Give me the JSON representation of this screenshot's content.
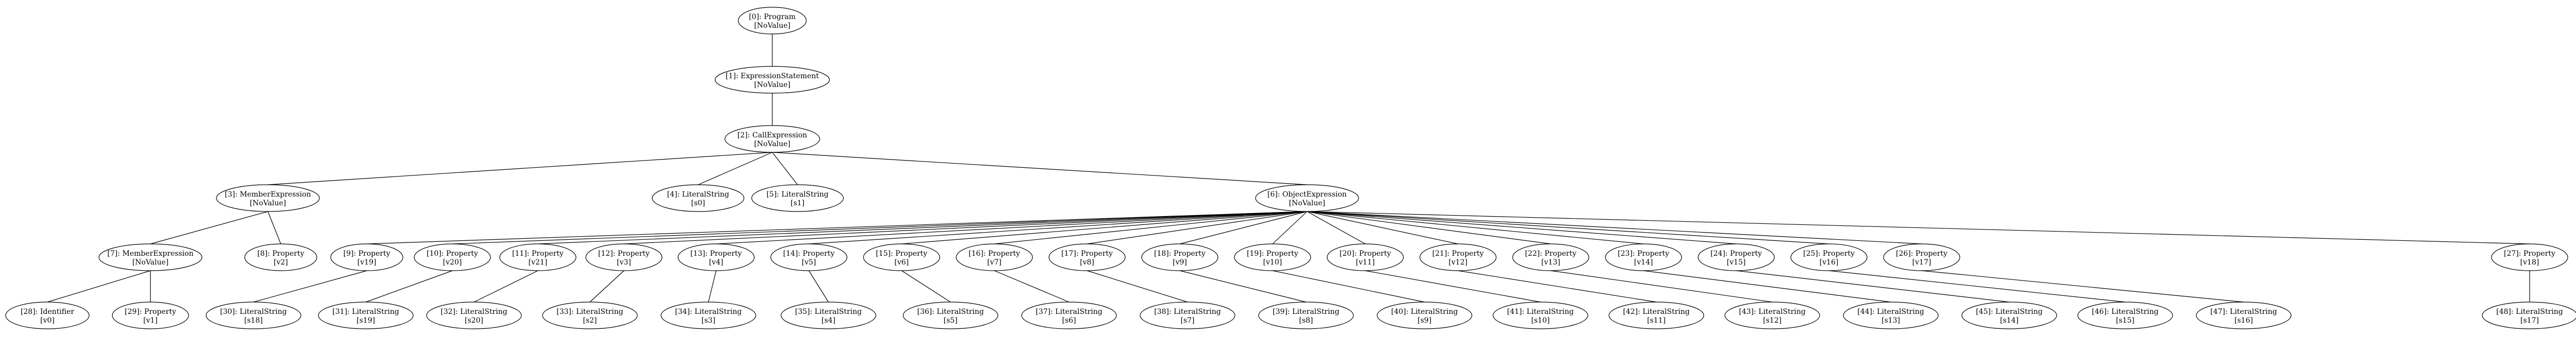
{
  "nodes": [
    {
      "id": 0,
      "label": "[0]: Program",
      "value": "[NoValue]"
    },
    {
      "id": 1,
      "label": "[1]: ExpressionStatement",
      "value": "[NoValue]"
    },
    {
      "id": 2,
      "label": "[2]: CallExpression",
      "value": "[NoValue]"
    },
    {
      "id": 3,
      "label": "[3]: MemberExpression",
      "value": "[NoValue]"
    },
    {
      "id": 4,
      "label": "[4]: LiteralString",
      "value": "[s0]"
    },
    {
      "id": 5,
      "label": "[5]: LiteralString",
      "value": "[s1]"
    },
    {
      "id": 6,
      "label": "[6]: ObjectExpression",
      "value": "[NoValue]"
    },
    {
      "id": 7,
      "label": "[7]: MemberExpression",
      "value": "[NoValue]"
    },
    {
      "id": 8,
      "label": "[8]: Property",
      "value": "[v2]"
    },
    {
      "id": 9,
      "label": "[9]: Property",
      "value": "[v19]"
    },
    {
      "id": 10,
      "label": "[10]: Property",
      "value": "[v20]"
    },
    {
      "id": 11,
      "label": "[11]: Property",
      "value": "[v21]"
    },
    {
      "id": 12,
      "label": "[12]: Property",
      "value": "[v3]"
    },
    {
      "id": 13,
      "label": "[13]: Property",
      "value": "[v4]"
    },
    {
      "id": 14,
      "label": "[14]: Property",
      "value": "[v5]"
    },
    {
      "id": 15,
      "label": "[15]: Property",
      "value": "[v6]"
    },
    {
      "id": 16,
      "label": "[16]: Property",
      "value": "[v7]"
    },
    {
      "id": 17,
      "label": "[17]: Property",
      "value": "[v8]"
    },
    {
      "id": 18,
      "label": "[18]: Property",
      "value": "[v9]"
    },
    {
      "id": 19,
      "label": "[19]: Property",
      "value": "[v10]"
    },
    {
      "id": 20,
      "label": "[20]: Property",
      "value": "[v11]"
    },
    {
      "id": 21,
      "label": "[21]: Property",
      "value": "[v12]"
    },
    {
      "id": 22,
      "label": "[22]: Property",
      "value": "[v13]"
    },
    {
      "id": 23,
      "label": "[23]: Property",
      "value": "[v14]"
    },
    {
      "id": 24,
      "label": "[24]: Property",
      "value": "[v15]"
    },
    {
      "id": 25,
      "label": "[25]: Property",
      "value": "[v16]"
    },
    {
      "id": 26,
      "label": "[26]: Property",
      "value": "[v17]"
    },
    {
      "id": 27,
      "label": "[27]: Property",
      "value": "[v18]"
    },
    {
      "id": 28,
      "label": "[28]: Identifier",
      "value": "[v0]"
    },
    {
      "id": 29,
      "label": "[29]: Property",
      "value": "[v1]"
    },
    {
      "id": 30,
      "label": "[30]: LiteralString",
      "value": "[s18]"
    },
    {
      "id": 31,
      "label": "[31]: LiteralString",
      "value": "[s19]"
    },
    {
      "id": 32,
      "label": "[32]: LiteralString",
      "value": "[s20]"
    },
    {
      "id": 33,
      "label": "[33]: LiteralString",
      "value": "[s2]"
    },
    {
      "id": 34,
      "label": "[34]: LiteralString",
      "value": "[s3]"
    },
    {
      "id": 35,
      "label": "[35]: LiteralString",
      "value": "[s4]"
    },
    {
      "id": 36,
      "label": "[36]: LiteralString",
      "value": "[s5]"
    },
    {
      "id": 37,
      "label": "[37]: LiteralString",
      "value": "[s6]"
    },
    {
      "id": 38,
      "label": "[38]: LiteralString",
      "value": "[s7]"
    },
    {
      "id": 39,
      "label": "[39]: LiteralString",
      "value": "[s8]"
    },
    {
      "id": 40,
      "label": "[40]: LiteralString",
      "value": "[s9]"
    },
    {
      "id": 41,
      "label": "[41]: LiteralString",
      "value": "[s10]"
    },
    {
      "id": 42,
      "label": "[42]: LiteralString",
      "value": "[s11]"
    },
    {
      "id": 43,
      "label": "[43]: LiteralString",
      "value": "[s12]"
    },
    {
      "id": 44,
      "label": "[44]: LiteralString",
      "value": "[s13]"
    },
    {
      "id": 45,
      "label": "[45]: LiteralString",
      "value": "[s14]"
    },
    {
      "id": 46,
      "label": "[46]: LiteralString",
      "value": "[s15]"
    },
    {
      "id": 47,
      "label": "[47]: LiteralString",
      "value": "[s16]"
    },
    {
      "id": 48,
      "label": "[48]: LiteralString",
      "value": "[s17]"
    }
  ],
  "edges": [
    [
      0,
      1
    ],
    [
      1,
      2
    ],
    [
      2,
      3
    ],
    [
      2,
      4
    ],
    [
      2,
      5
    ],
    [
      2,
      6
    ],
    [
      3,
      7
    ],
    [
      3,
      8
    ],
    [
      6,
      9
    ],
    [
      6,
      10
    ],
    [
      6,
      11
    ],
    [
      6,
      12
    ],
    [
      6,
      13
    ],
    [
      6,
      14
    ],
    [
      6,
      15
    ],
    [
      6,
      16
    ],
    [
      6,
      17
    ],
    [
      6,
      18
    ],
    [
      6,
      19
    ],
    [
      6,
      20
    ],
    [
      6,
      21
    ],
    [
      6,
      22
    ],
    [
      6,
      23
    ],
    [
      6,
      24
    ],
    [
      6,
      25
    ],
    [
      6,
      26
    ],
    [
      6,
      27
    ],
    [
      7,
      28
    ],
    [
      7,
      29
    ],
    [
      9,
      30
    ],
    [
      10,
      31
    ],
    [
      11,
      32
    ],
    [
      12,
      33
    ],
    [
      13,
      34
    ],
    [
      14,
      35
    ],
    [
      15,
      36
    ],
    [
      16,
      37
    ],
    [
      17,
      38
    ],
    [
      18,
      39
    ],
    [
      19,
      40
    ],
    [
      20,
      41
    ],
    [
      21,
      42
    ],
    [
      22,
      43
    ],
    [
      23,
      44
    ],
    [
      24,
      45
    ],
    [
      25,
      46
    ],
    [
      26,
      47
    ],
    [
      27,
      48
    ]
  ],
  "colors": {
    "stroke": "#000000",
    "fill": "#ffffff",
    "text": "#000000"
  }
}
